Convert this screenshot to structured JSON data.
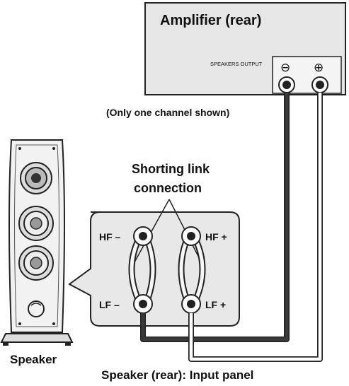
{
  "amplifier": {
    "title": "Amplifier (rear)",
    "output_label": "SPEAKERS OUTPUT",
    "minus_symbol": "⊖",
    "plus_symbol": "⊕"
  },
  "channel_note": "(Only one channel shown)",
  "shorting_link": {
    "line1": "Shorting link",
    "line2": "connection"
  },
  "panel": {
    "hf_minus": "HF –",
    "hf_plus": "HF +",
    "lf_minus": "LF –",
    "lf_plus": "LF +"
  },
  "speaker_label": "Speaker",
  "panel_caption": "Speaker (rear): Input panel",
  "colors": {
    "amp_fill": "#e6e6e6",
    "panel_fill": "#e8e8e8",
    "dark_cable": "#3a3a3a",
    "outline": "#222222"
  }
}
